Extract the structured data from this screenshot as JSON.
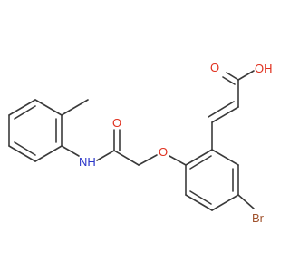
{
  "molecule": {
    "labels": {
      "oh": "OH",
      "o_acid": "O",
      "o_amide": "O",
      "o_ether": "O",
      "nh": "NH",
      "br": "Br"
    },
    "colors": {
      "bond": "#3a3a3a",
      "oxygen": "#e0301e",
      "nitrogen": "#2b36c9",
      "bromine": "#a0522d"
    }
  }
}
